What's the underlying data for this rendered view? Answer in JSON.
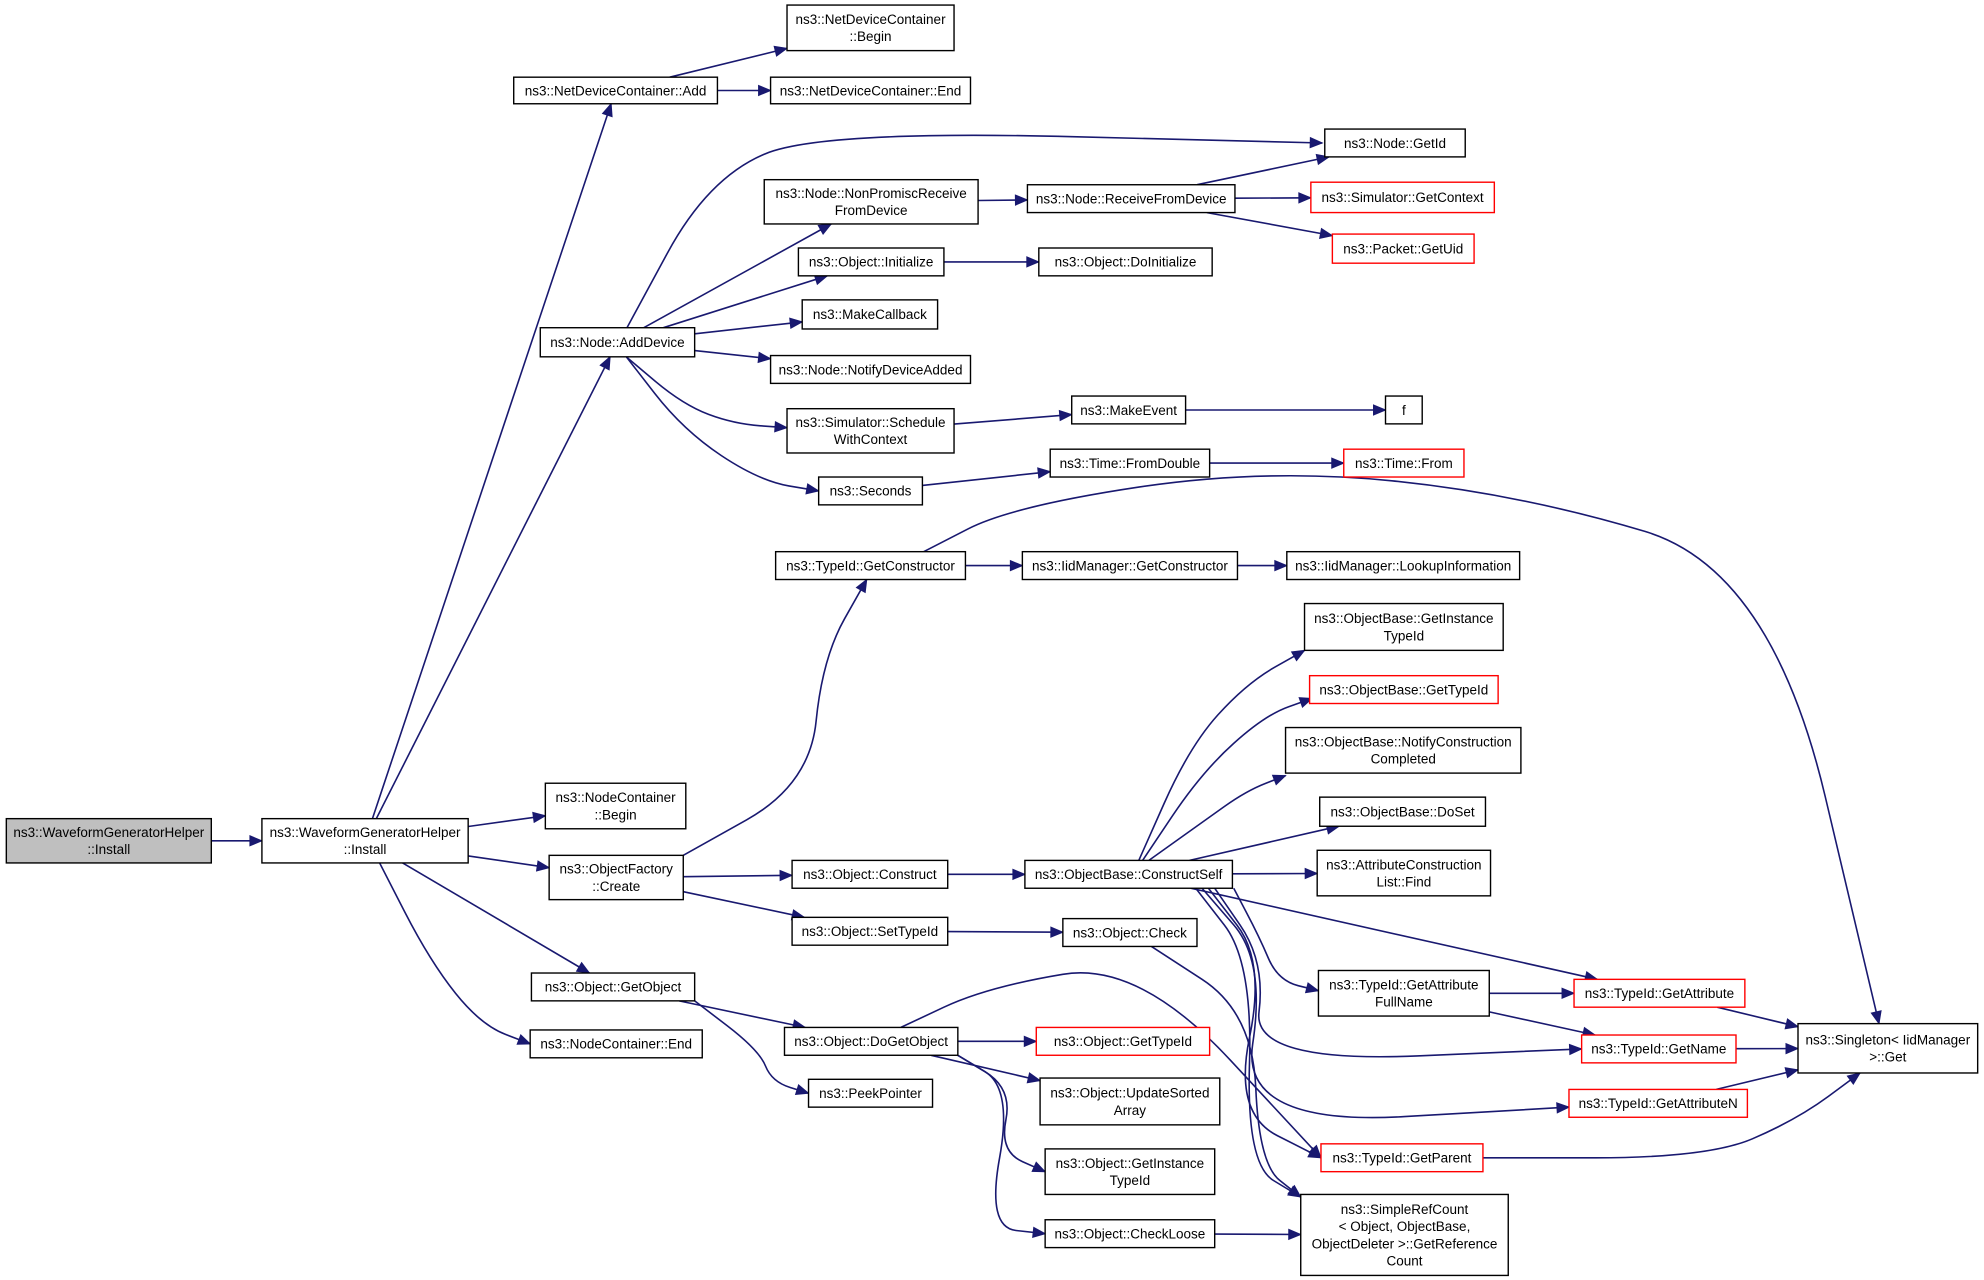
{
  "nodes": [
    {
      "id": "root",
      "lines": [
        "ns3::WaveformGeneratorHelper",
        "::Install"
      ],
      "style": "root"
    },
    {
      "id": "install",
      "lines": [
        "ns3::WaveformGeneratorHelper",
        "::Install"
      ],
      "style": "normal"
    },
    {
      "id": "ndc_add",
      "lines": [
        "ns3::NetDeviceContainer::Add"
      ],
      "style": "normal"
    },
    {
      "id": "ndc_begin",
      "lines": [
        "ns3::NetDeviceContainer",
        "::Begin"
      ],
      "style": "normal"
    },
    {
      "id": "ndc_end",
      "lines": [
        "ns3::NetDeviceContainer::End"
      ],
      "style": "normal"
    },
    {
      "id": "node_adddevice",
      "lines": [
        "ns3::Node::AddDevice"
      ],
      "style": "normal"
    },
    {
      "id": "node_getid",
      "lines": [
        "ns3::Node::GetId"
      ],
      "style": "normal"
    },
    {
      "id": "node_nonpromisc",
      "lines": [
        "ns3::Node::NonPromiscReceive",
        "FromDevice"
      ],
      "style": "normal"
    },
    {
      "id": "node_receive",
      "lines": [
        "ns3::Node::ReceiveFromDevice"
      ],
      "style": "normal"
    },
    {
      "id": "sim_getcontext",
      "lines": [
        "ns3::Simulator::GetContext"
      ],
      "style": "red"
    },
    {
      "id": "packet_getuid",
      "lines": [
        "ns3::Packet::GetUid"
      ],
      "style": "red"
    },
    {
      "id": "obj_initialize",
      "lines": [
        "ns3::Object::Initialize"
      ],
      "style": "normal"
    },
    {
      "id": "obj_doinitialize",
      "lines": [
        "ns3::Object::DoInitialize"
      ],
      "style": "normal"
    },
    {
      "id": "makecallback",
      "lines": [
        "ns3::MakeCallback"
      ],
      "style": "normal"
    },
    {
      "id": "node_notify",
      "lines": [
        "ns3::Node::NotifyDeviceAdded"
      ],
      "style": "normal"
    },
    {
      "id": "sim_schedule",
      "lines": [
        "ns3::Simulator::Schedule",
        "WithContext"
      ],
      "style": "normal"
    },
    {
      "id": "makeevent",
      "lines": [
        "ns3::MakeEvent"
      ],
      "style": "normal"
    },
    {
      "id": "f",
      "lines": [
        "f"
      ],
      "style": "normal"
    },
    {
      "id": "seconds",
      "lines": [
        "ns3::Seconds"
      ],
      "style": "normal"
    },
    {
      "id": "time_fromdouble",
      "lines": [
        "ns3::Time::FromDouble"
      ],
      "style": "normal"
    },
    {
      "id": "time_from",
      "lines": [
        "ns3::Time::From"
      ],
      "style": "red"
    },
    {
      "id": "typeid_getctor",
      "lines": [
        "ns3::TypeId::GetConstructor"
      ],
      "style": "normal"
    },
    {
      "id": "iid_getctor",
      "lines": [
        "ns3::IidManager::GetConstructor"
      ],
      "style": "normal"
    },
    {
      "id": "iid_lookup",
      "lines": [
        "ns3::IidManager::LookupInformation"
      ],
      "style": "normal"
    },
    {
      "id": "ob_getinstance",
      "lines": [
        "ns3::ObjectBase::GetInstance",
        "TypeId"
      ],
      "style": "normal"
    },
    {
      "id": "ob_gettypeid",
      "lines": [
        "ns3::ObjectBase::GetTypeId"
      ],
      "style": "red"
    },
    {
      "id": "ob_notify",
      "lines": [
        "ns3::ObjectBase::NotifyConstruction",
        "Completed"
      ],
      "style": "normal"
    },
    {
      "id": "ob_doset",
      "lines": [
        "ns3::ObjectBase::DoSet"
      ],
      "style": "normal"
    },
    {
      "id": "attr_find",
      "lines": [
        "ns3::AttributeConstruction",
        "List::Find"
      ],
      "style": "normal"
    },
    {
      "id": "nc_begin",
      "lines": [
        "ns3::NodeContainer",
        "::Begin"
      ],
      "style": "normal"
    },
    {
      "id": "of_create",
      "lines": [
        "ns3::ObjectFactory",
        "::Create"
      ],
      "style": "normal"
    },
    {
      "id": "obj_construct",
      "lines": [
        "ns3::Object::Construct"
      ],
      "style": "normal"
    },
    {
      "id": "ob_constructself",
      "lines": [
        "ns3::ObjectBase::ConstructSelf"
      ],
      "style": "normal"
    },
    {
      "id": "obj_settypeid",
      "lines": [
        "ns3::Object::SetTypeId"
      ],
      "style": "normal"
    },
    {
      "id": "obj_check",
      "lines": [
        "ns3::Object::Check"
      ],
      "style": "normal"
    },
    {
      "id": "typeid_getattrfull",
      "lines": [
        "ns3::TypeId::GetAttribute",
        "FullName"
      ],
      "style": "normal"
    },
    {
      "id": "typeid_getattr",
      "lines": [
        "ns3::TypeId::GetAttribute"
      ],
      "style": "red"
    },
    {
      "id": "typeid_getname",
      "lines": [
        "ns3::TypeId::GetName"
      ],
      "style": "red"
    },
    {
      "id": "typeid_getattrn",
      "lines": [
        "ns3::TypeId::GetAttributeN"
      ],
      "style": "red"
    },
    {
      "id": "typeid_getparent",
      "lines": [
        "ns3::TypeId::GetParent"
      ],
      "style": "red"
    },
    {
      "id": "singleton_get",
      "lines": [
        "ns3::Singleton< IidManager",
        ">::Get"
      ],
      "style": "normal"
    },
    {
      "id": "obj_getobject",
      "lines": [
        "ns3::Object::GetObject"
      ],
      "style": "normal"
    },
    {
      "id": "nc_end",
      "lines": [
        "ns3::NodeContainer::End"
      ],
      "style": "normal"
    },
    {
      "id": "obj_dogetobject",
      "lines": [
        "ns3::Object::DoGetObject"
      ],
      "style": "normal"
    },
    {
      "id": "obj_gettypeid",
      "lines": [
        "ns3::Object::GetTypeId"
      ],
      "style": "red"
    },
    {
      "id": "obj_updatesorted",
      "lines": [
        "ns3::Object::UpdateSorted",
        "Array"
      ],
      "style": "normal"
    },
    {
      "id": "obj_getinstance",
      "lines": [
        "ns3::Object::GetInstance",
        "TypeId"
      ],
      "style": "normal"
    },
    {
      "id": "obj_checkloose",
      "lines": [
        "ns3::Object::CheckLoose"
      ],
      "style": "normal"
    },
    {
      "id": "peekpointer",
      "lines": [
        "ns3::PeekPointer"
      ],
      "style": "normal"
    },
    {
      "id": "simplerefcount",
      "lines": [
        "ns3::SimpleRefCount",
        "< Object, ObjectBase,",
        "ObjectDeleter >::GetReference",
        "Count"
      ],
      "style": "normal"
    }
  ],
  "edges": [
    [
      "root",
      "install"
    ],
    [
      "install",
      "ndc_add"
    ],
    [
      "install",
      "node_adddevice"
    ],
    [
      "install",
      "nc_begin"
    ],
    [
      "install",
      "of_create"
    ],
    [
      "install",
      "obj_getobject"
    ],
    [
      "install",
      "nc_end"
    ],
    [
      "ndc_add",
      "ndc_begin"
    ],
    [
      "ndc_add",
      "ndc_end"
    ],
    [
      "node_adddevice",
      "node_getid"
    ],
    [
      "node_adddevice",
      "node_nonpromisc"
    ],
    [
      "node_adddevice",
      "obj_initialize"
    ],
    [
      "node_adddevice",
      "makecallback"
    ],
    [
      "node_adddevice",
      "node_notify"
    ],
    [
      "node_adddevice",
      "sim_schedule"
    ],
    [
      "node_adddevice",
      "seconds"
    ],
    [
      "node_nonpromisc",
      "node_receive"
    ],
    [
      "node_receive",
      "node_getid"
    ],
    [
      "node_receive",
      "sim_getcontext"
    ],
    [
      "node_receive",
      "packet_getuid"
    ],
    [
      "obj_initialize",
      "obj_doinitialize"
    ],
    [
      "sim_schedule",
      "makeevent"
    ],
    [
      "makeevent",
      "f"
    ],
    [
      "seconds",
      "time_fromdouble"
    ],
    [
      "time_fromdouble",
      "time_from"
    ],
    [
      "of_create",
      "typeid_getctor"
    ],
    [
      "of_create",
      "obj_construct"
    ],
    [
      "of_create",
      "obj_settypeid"
    ],
    [
      "typeid_getctor",
      "iid_getctor"
    ],
    [
      "typeid_getctor",
      "singleton_get"
    ],
    [
      "iid_getctor",
      "iid_lookup"
    ],
    [
      "obj_construct",
      "ob_constructself"
    ],
    [
      "ob_constructself",
      "ob_getinstance"
    ],
    [
      "ob_constructself",
      "ob_gettypeid"
    ],
    [
      "ob_constructself",
      "ob_notify"
    ],
    [
      "ob_constructself",
      "ob_doset"
    ],
    [
      "ob_constructself",
      "attr_find"
    ],
    [
      "ob_constructself",
      "typeid_getattr"
    ],
    [
      "ob_constructself",
      "typeid_getattrfull"
    ],
    [
      "ob_constructself",
      "typeid_getname"
    ],
    [
      "ob_constructself",
      "typeid_getattrn"
    ],
    [
      "ob_constructself",
      "typeid_getparent"
    ],
    [
      "ob_constructself",
      "simplerefcount"
    ],
    [
      "obj_settypeid",
      "obj_check"
    ],
    [
      "obj_check",
      "simplerefcount"
    ],
    [
      "typeid_getattrfull",
      "typeid_getattr"
    ],
    [
      "typeid_getattrfull",
      "typeid_getname"
    ],
    [
      "typeid_getattr",
      "singleton_get"
    ],
    [
      "typeid_getname",
      "singleton_get"
    ],
    [
      "typeid_getattrn",
      "singleton_get"
    ],
    [
      "typeid_getparent",
      "singleton_get"
    ],
    [
      "obj_getobject",
      "obj_dogetobject"
    ],
    [
      "obj_getobject",
      "peekpointer"
    ],
    [
      "obj_dogetobject",
      "obj_gettypeid"
    ],
    [
      "obj_dogetobject",
      "obj_updatesorted"
    ],
    [
      "obj_dogetobject",
      "obj_getinstance"
    ],
    [
      "obj_dogetobject",
      "obj_checkloose"
    ],
    [
      "obj_dogetobject",
      "typeid_getparent"
    ],
    [
      "obj_checkloose",
      "simplerefcount"
    ]
  ]
}
